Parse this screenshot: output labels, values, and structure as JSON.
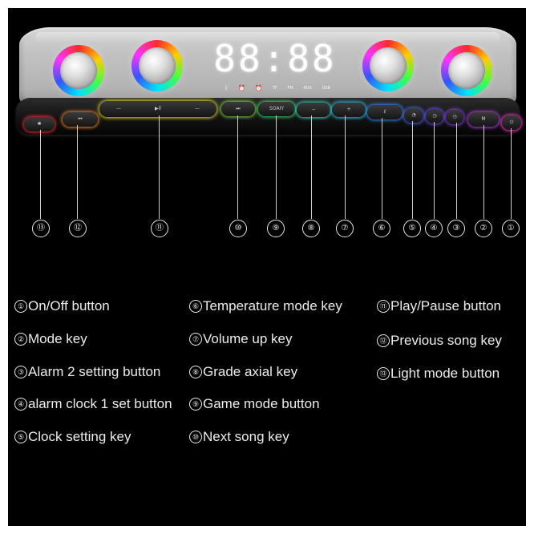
{
  "display": {
    "digits": "88:88",
    "icons": [
      "bluetooth-icon",
      "alarm-icon",
      "alarm-icon"
    ],
    "mode_labels": [
      "TF",
      "FM",
      "AUX",
      "USB"
    ]
  },
  "keys": {
    "k13": "✱",
    "k12": "⏮",
    "k11_left": "—",
    "k11_mid": "▶ll",
    "k11_right": "—",
    "k10": "⏭",
    "k9": "SOAIY",
    "k8": "−",
    "k7": "+",
    "k6": "ℓ",
    "k5": "◔",
    "k4": "◷",
    "k3": "◷",
    "k2": "M",
    "k1": "⏻"
  },
  "callouts": [
    "⑬",
    "⑫",
    "⑪",
    "⑩",
    "⑨",
    "⑧",
    "⑦",
    "⑥",
    "⑤",
    "④",
    "③",
    "②",
    "①"
  ],
  "legend": {
    "col1": [
      {
        "num": "①",
        "text": "On/Off button"
      },
      {
        "num": "②",
        "text": "Mode key"
      },
      {
        "num": "③",
        "text": "Alarm 2 setting button"
      },
      {
        "num": "④",
        "text": "alarm clock 1 set button"
      },
      {
        "num": "⑤",
        "text": "Clock setting key"
      }
    ],
    "col2": [
      {
        "num": "⑥",
        "text": "Temperature mode key"
      },
      {
        "num": "⑦",
        "text": "Volume up key"
      },
      {
        "num": "⑧",
        "text": "Grade axial key"
      },
      {
        "num": "⑨",
        "text": "Game mode button"
      },
      {
        "num": "⑩",
        "text": "Next song key"
      }
    ],
    "col3": [
      {
        "num": "⑪",
        "text": "Play/Pause button"
      },
      {
        "num": "⑫",
        "text": "Previous song key"
      },
      {
        "num": "⑬",
        "text": "Light mode button"
      }
    ]
  },
  "colors": {
    "background": "#000000",
    "speaker_body": "#c2c2c2",
    "ring_glow": [
      "#ff2a2a",
      "#ffcc00",
      "#44ff44",
      "#00e0ff",
      "#3355ff",
      "#ff33ff"
    ]
  }
}
